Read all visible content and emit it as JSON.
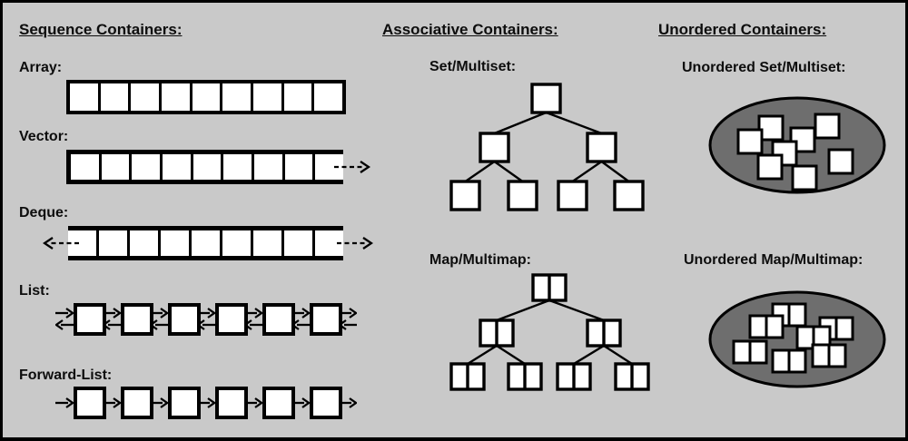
{
  "palette": {
    "background": "#c9c9c9",
    "foreground": "#000000",
    "box_fill": "#ffffff",
    "bucket_fill": "#6e6e6e"
  },
  "columns": {
    "sequence": {
      "title": "Sequence Containers:"
    },
    "associative": {
      "title": "Associative Containers:"
    },
    "unordered": {
      "title": "Unordered Containers:"
    }
  },
  "items": {
    "array": {
      "label": "Array:",
      "cells": 9,
      "open_left": false,
      "open_right": false
    },
    "vector": {
      "label": "Vector:",
      "cells": 9,
      "open_left": false,
      "open_right": true
    },
    "deque": {
      "label": "Deque:",
      "cells": 9,
      "open_left": true,
      "open_right": true
    },
    "list": {
      "label": "List:",
      "nodes": 6,
      "links": "bidirectional"
    },
    "forward_list": {
      "label": "Forward-List:",
      "nodes": 6,
      "links": "forward"
    },
    "set": {
      "label": "Set/Multiset:",
      "structure": "binary-tree",
      "levels": [
        1,
        2,
        4
      ],
      "node": "single"
    },
    "map": {
      "label": "Map/Multimap:",
      "structure": "binary-tree",
      "levels": [
        1,
        2,
        4
      ],
      "node": "pair"
    },
    "unordered_set": {
      "label": "Unordered Set/Multiset:",
      "structure": "hash-bucket",
      "node": "single",
      "scatter": [
        [
          58,
          22
        ],
        [
          120,
          20
        ],
        [
          35,
          37
        ],
        [
          93,
          35
        ],
        [
          73,
          50
        ],
        [
          135,
          59
        ],
        [
          57,
          65
        ],
        [
          95,
          77
        ]
      ]
    },
    "unordered_map": {
      "label": "Unordered Map/Multimap:",
      "structure": "hash-bucket",
      "node": "pair",
      "scatter": [
        [
          73,
          15
        ],
        [
          48,
          28
        ],
        [
          125,
          30
        ],
        [
          100,
          40
        ],
        [
          30,
          56
        ],
        [
          117,
          60
        ],
        [
          73,
          66
        ]
      ]
    }
  }
}
